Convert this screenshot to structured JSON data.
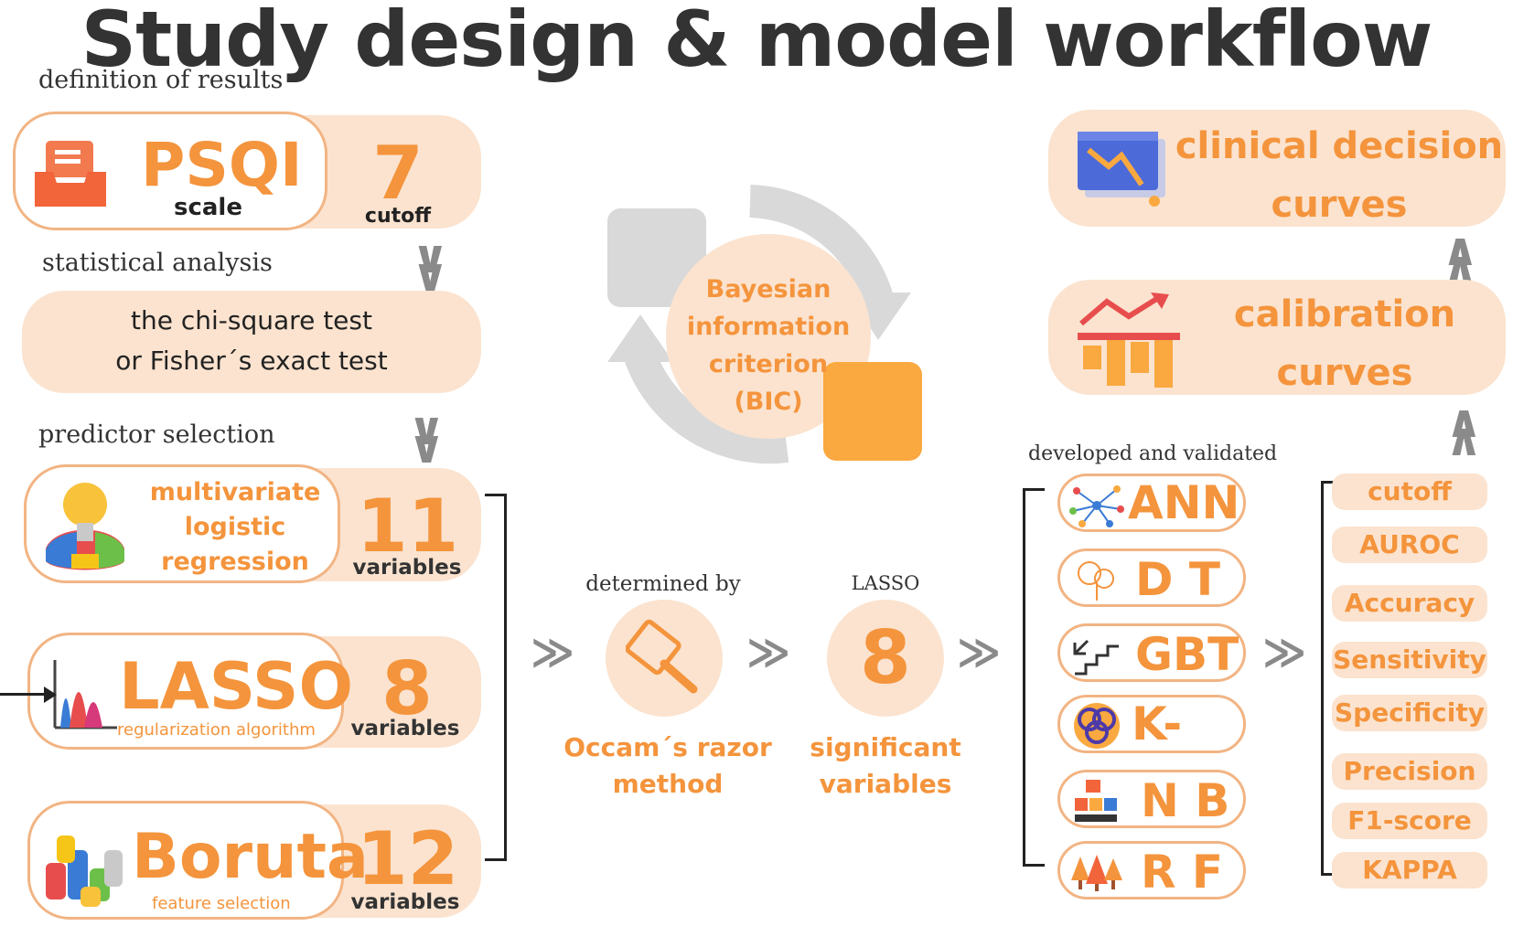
{
  "title": "Study design & model workflow",
  "sections": {
    "definition": "definition of results",
    "statistical": "statistical analysis",
    "predictor": "predictor selection",
    "developed": "developed and validated",
    "determined_by": "determined by",
    "lasso_small": "LASSO"
  },
  "psqi": {
    "name": "PSQI",
    "sub": "scale",
    "number": "7",
    "number_label": "cutoff"
  },
  "stats": {
    "line1": "the chi-square test",
    "line2": "or Fisher´s exact test"
  },
  "methods": [
    {
      "l1": "multivariate",
      "l2": "logistic",
      "l3": "regression",
      "number": "11",
      "unit": "variables"
    },
    {
      "name": "LASSO",
      "sub": "regularization algorithm",
      "number": "8",
      "unit": "variables"
    },
    {
      "name": "Boruta",
      "sub": "feature selection",
      "number": "12",
      "unit": "variables"
    }
  ],
  "bic": {
    "l1": "Bayesian",
    "l2": "information",
    "l3": "criterion",
    "l4": "(BIC)"
  },
  "occam": {
    "l1": "Occam´s razor",
    "l2": "method"
  },
  "significant": {
    "number": "8",
    "l1": "significant",
    "l2": "variables"
  },
  "models": [
    "ANN",
    "D T",
    "GBT",
    "K-nn",
    "N B",
    "R F"
  ],
  "metrics": [
    "cutoff",
    "AUROC",
    "Accuracy",
    "Sensitivity",
    "Specificity",
    "Precision",
    "F1-score",
    "KAPPA"
  ],
  "calibration": {
    "l1": "calibration",
    "l2": "curves"
  },
  "clinical": {
    "l1": "clinical decision",
    "l2": "curves"
  },
  "colors": {
    "accent": "#f4943c",
    "light": "#fbe3cf",
    "border": "#f2b483",
    "gray": "#d9d9d9"
  }
}
